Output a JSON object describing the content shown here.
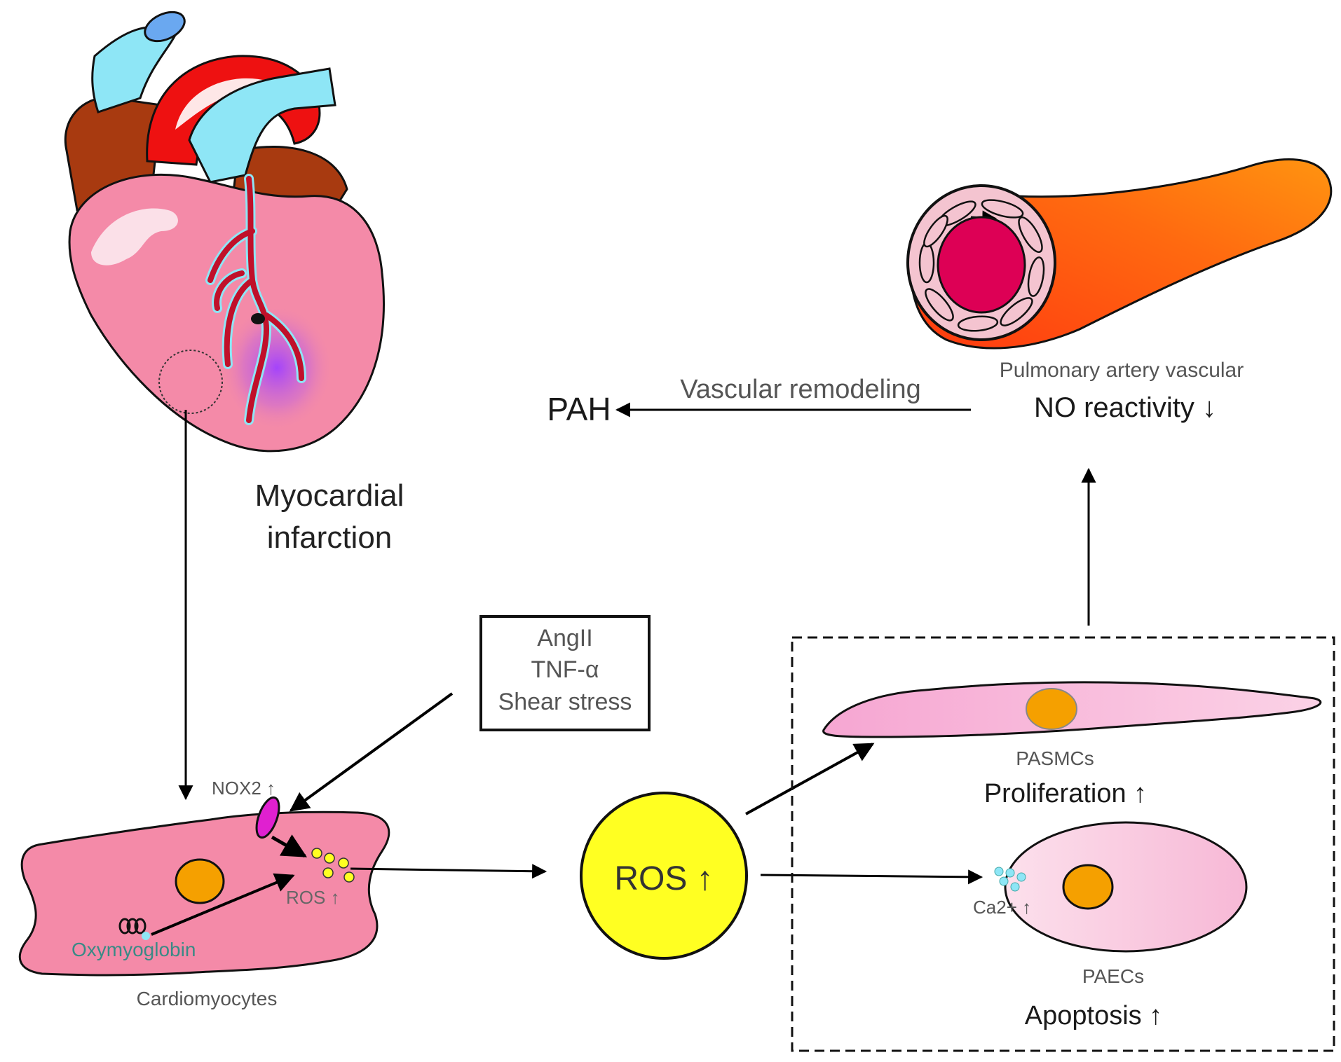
{
  "heart": {
    "label_line1": "Myocardial",
    "label_line2": "infarction"
  },
  "cardiomyocyte": {
    "label": "Cardiomyocytes",
    "nox2_label": "NOX2 ↑",
    "ros_label": "ROS ↑",
    "oxymyoglobin_label": "Oxymyoglobin"
  },
  "stimuli": {
    "items": [
      "AngII",
      "TNF-α",
      "Shear stress"
    ]
  },
  "ros_center": {
    "label": "ROS ↑"
  },
  "pasmc": {
    "name": "PASMCs",
    "effect": "Proliferation ↑"
  },
  "paec": {
    "name": "PAECs",
    "ca_label": "Ca2+ ↑",
    "effect": "Apoptosis ↑"
  },
  "artery": {
    "caption": "Pulmonary artery vascular",
    "no_label": "NO reactivity ↓"
  },
  "outcome": {
    "pah": "PAH",
    "remodeling": "Vascular remodeling"
  },
  "colors": {
    "heart_pink": "#f48aa8",
    "aorta_blue": "#8ee6f6",
    "artery_red": "#ee1111",
    "atrium_brown": "#a83a10",
    "ros_yellow": "#ffff22",
    "nucleus_orange": "#f5a000",
    "nox2_magenta": "#e020d0",
    "vessel_orange": "#ff6a10"
  }
}
